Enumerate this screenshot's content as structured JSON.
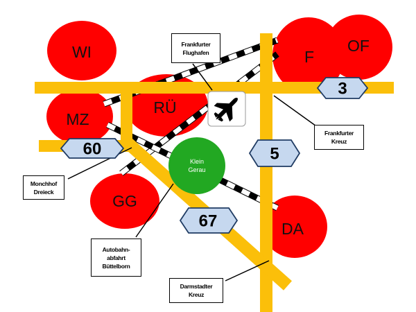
{
  "map": {
    "colors": {
      "road": "#fbbf0a",
      "city": "#ff0000",
      "local": "#22a822",
      "shield_fill": "#c6d8ef",
      "shield_stroke": "#1f3b63",
      "rail_dark": "#000000",
      "rail_light": "#ffffff"
    },
    "cities": [
      {
        "id": "wi",
        "label": "WI"
      },
      {
        "id": "mz",
        "label": "MZ"
      },
      {
        "id": "ru",
        "label": "RÜ"
      },
      {
        "id": "gg",
        "label": "GG"
      },
      {
        "id": "f",
        "label": "F"
      },
      {
        "id": "of",
        "label": "OF"
      },
      {
        "id": "da",
        "label": "DA"
      }
    ],
    "local_place": {
      "line1": "Klein",
      "line2": "Gerau"
    },
    "motorway_shields": [
      {
        "id": "a60",
        "label": "60"
      },
      {
        "id": "a3",
        "label": "3"
      },
      {
        "id": "a5",
        "label": "5"
      },
      {
        "id": "a67",
        "label": "67"
      }
    ],
    "airport_icon": "airplane-icon",
    "callouts": [
      {
        "id": "flughafen",
        "text": "Frankfurter\nFlughafen"
      },
      {
        "id": "frankfurter-kreuz",
        "text": "Frankfurter\nKreuz"
      },
      {
        "id": "monchhof",
        "text": "Monchhof\nDreieck"
      },
      {
        "id": "buettelborn",
        "text": "Autobahn-\nabfahrt\nBüttelborn"
      },
      {
        "id": "darmstadter-kreuz",
        "text": "Darmstadter\nKreuz"
      }
    ]
  }
}
